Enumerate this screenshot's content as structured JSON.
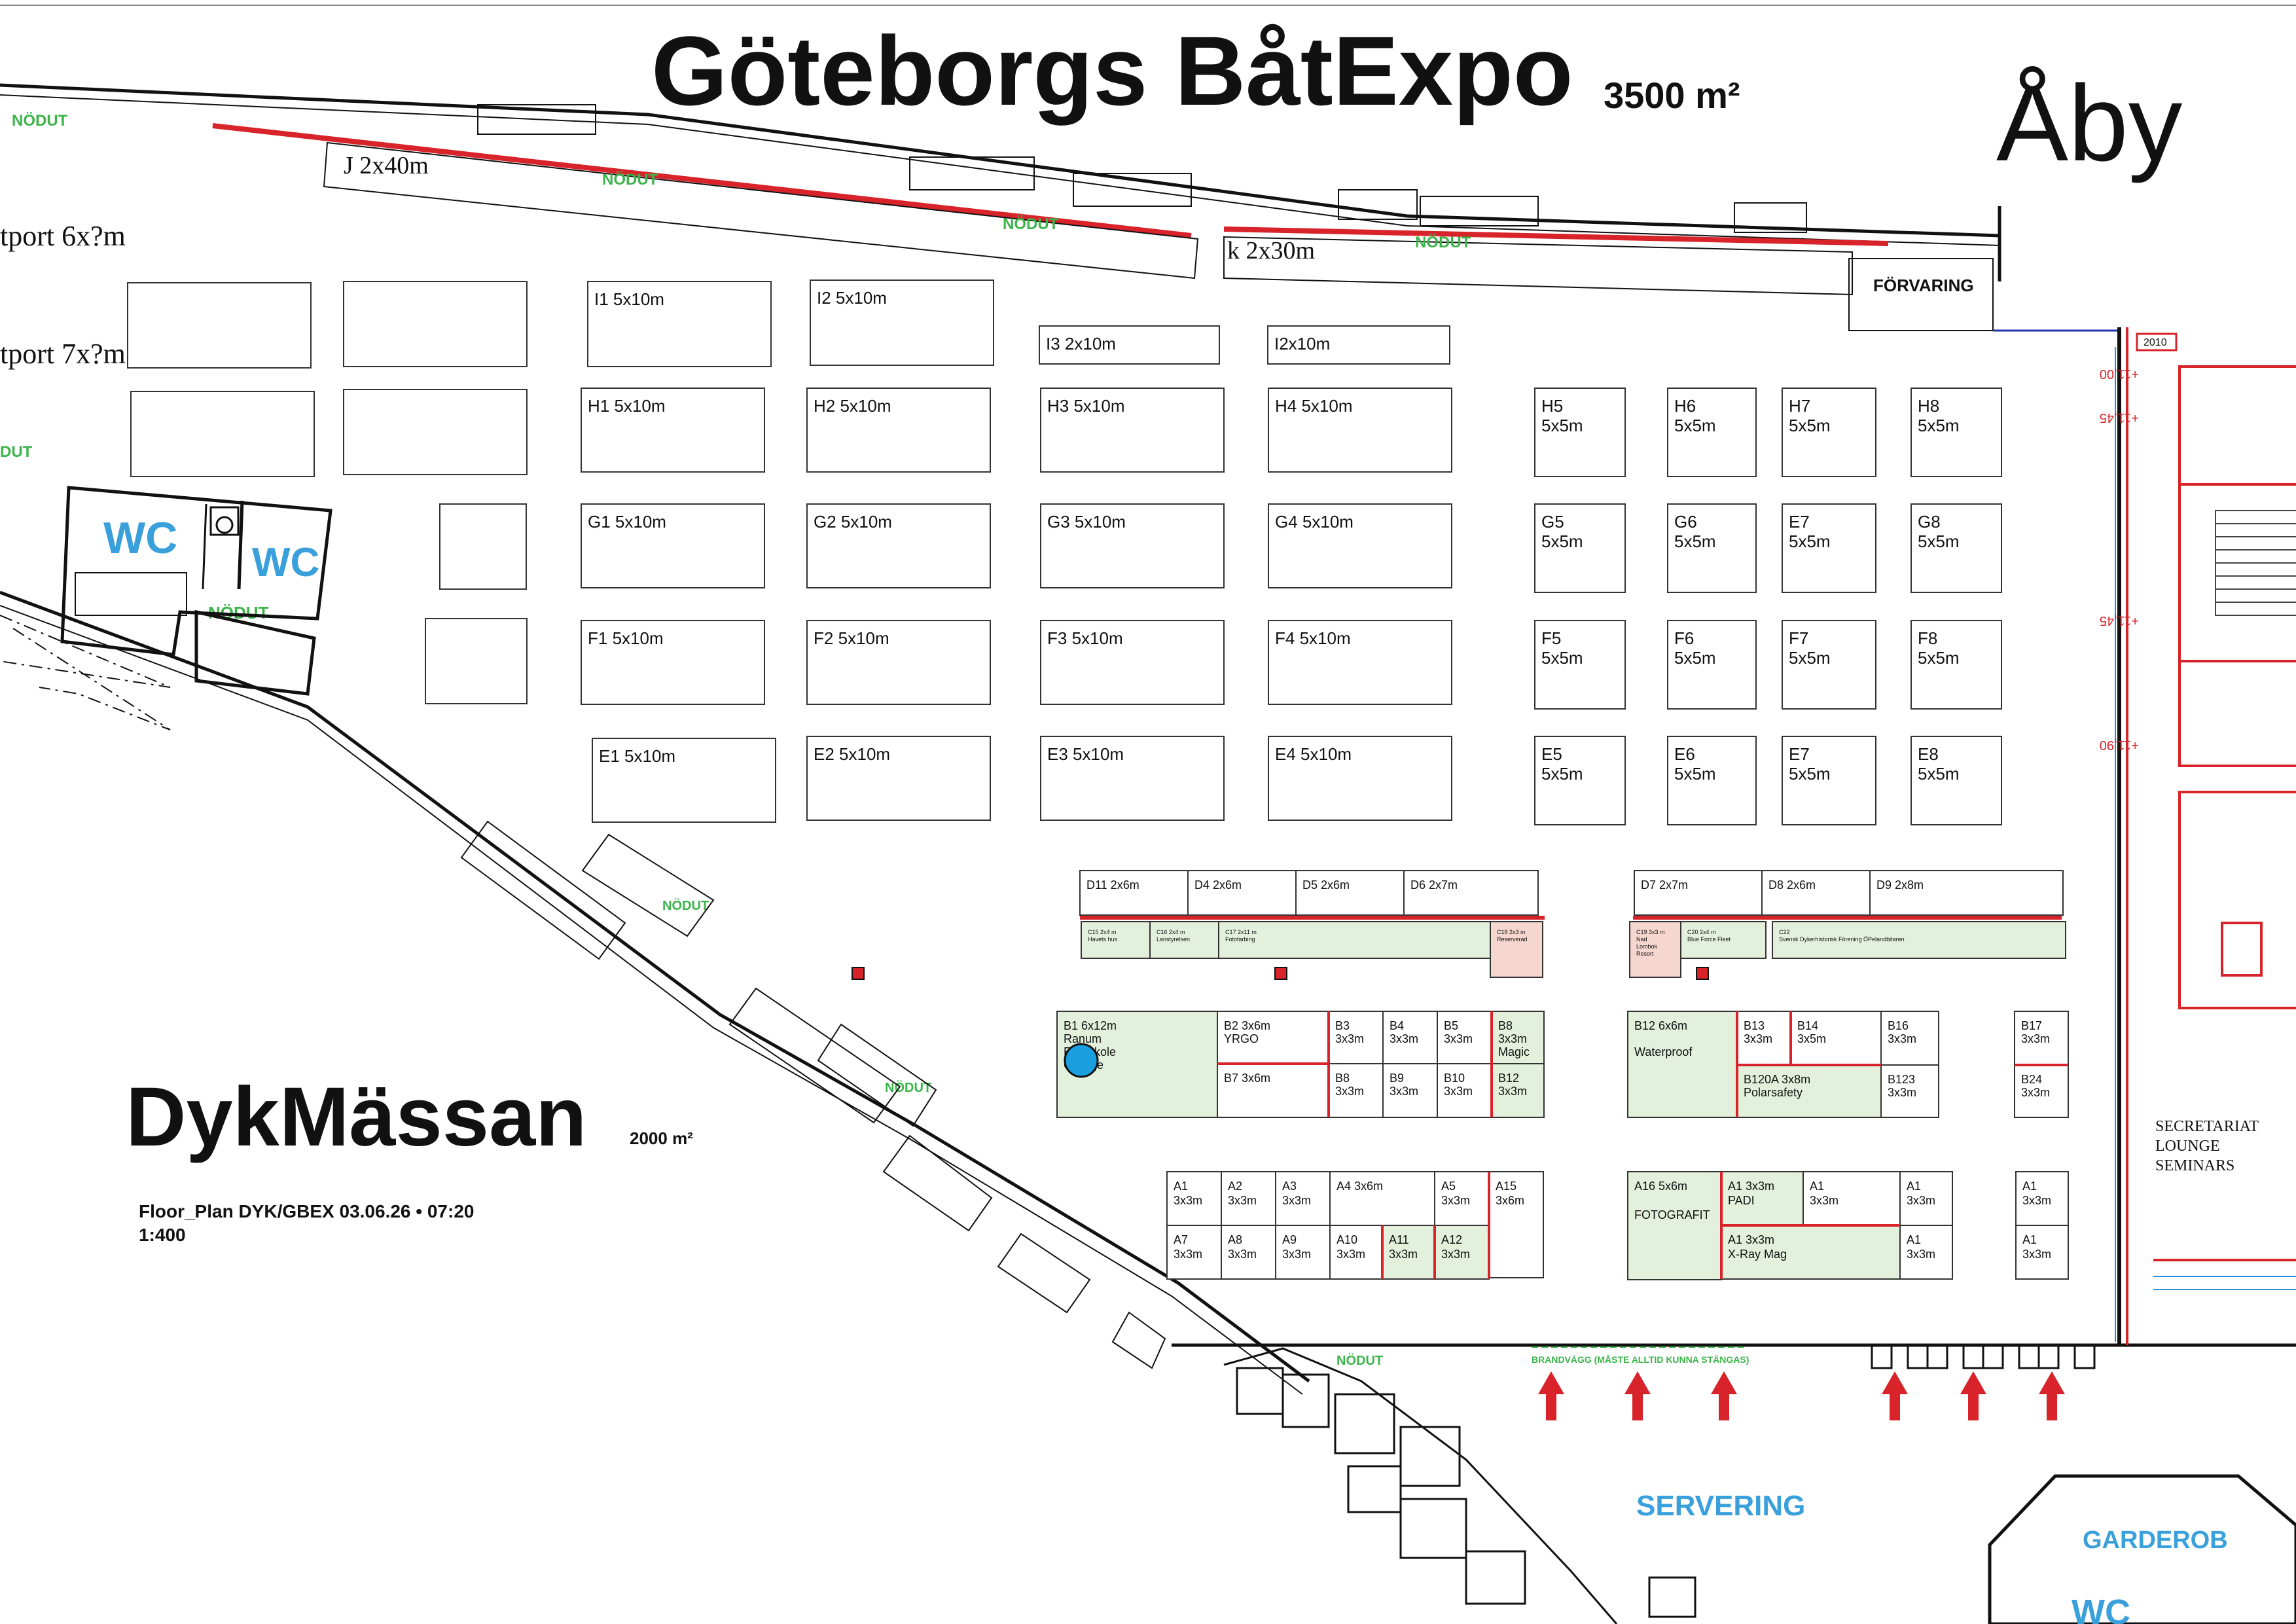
{
  "header": {
    "title": "Göteborgs BåtExpo",
    "title_area": "3500 m²",
    "venue": "Åby"
  },
  "dyk": {
    "title": "DykMässan",
    "area": "2000 m²",
    "floorplan_line1": "Floor_Plan DYK/GBEX 03.06.26 •  07:20",
    "floorplan_line2": "1:400"
  },
  "labels": {
    "nodut": "NÖDUT",
    "nodut_cut": "DUT",
    "wc": "WC",
    "j_booth": "J 2x40m",
    "k_booth": "k 2x30m",
    "tport6": "tport 6x?m",
    "tport7": "tport 7x?m",
    "forvaring": "FÖRVARING",
    "secretariat1": "SECRETARIAT",
    "secretariat2": "LOUNGE",
    "secretariat3": "SEMINARS",
    "servering": "SERVERING",
    "garderob": "GARDEROB",
    "brandvagg": "BRANDVÄGG (MÅSTE ALLTID KUNNA STÄNGAS)",
    "year": "2010",
    "elev1": "+11,00",
    "elev2": "+11,45",
    "elev3": "+11,45",
    "elev4": "+11,90"
  },
  "halls": [
    {
      "id": "I1",
      "lines": [
        "I1 5x10m"
      ]
    },
    {
      "id": "I2",
      "lines": [
        "I2 5x10m"
      ]
    },
    {
      "id": "I3",
      "lines": [
        "I3 2x10m"
      ]
    },
    {
      "id": "I4",
      "lines": [
        "I2x10m"
      ]
    },
    {
      "id": "H1",
      "lines": [
        "H1 5x10m"
      ]
    },
    {
      "id": "H2",
      "lines": [
        "H2 5x10m"
      ]
    },
    {
      "id": "H3",
      "lines": [
        "H3 5x10m"
      ]
    },
    {
      "id": "H4",
      "lines": [
        "H4 5x10m"
      ]
    },
    {
      "id": "H5",
      "lines": [
        "H5",
        "5x5m"
      ]
    },
    {
      "id": "H6",
      "lines": [
        "H6",
        "5x5m"
      ]
    },
    {
      "id": "H7",
      "lines": [
        "H7",
        "5x5m"
      ]
    },
    {
      "id": "H8",
      "lines": [
        "H8",
        "5x5m"
      ]
    },
    {
      "id": "G1",
      "lines": [
        "G1 5x10m"
      ]
    },
    {
      "id": "G2",
      "lines": [
        "G2 5x10m"
      ]
    },
    {
      "id": "G3",
      "lines": [
        "G3 5x10m"
      ]
    },
    {
      "id": "G4",
      "lines": [
        "G4 5x10m"
      ]
    },
    {
      "id": "G5",
      "lines": [
        "G5",
        "5x5m"
      ]
    },
    {
      "id": "G6",
      "lines": [
        "G6",
        "5x5m"
      ]
    },
    {
      "id": "G7",
      "lines": [
        "E7",
        "5x5m"
      ]
    },
    {
      "id": "G8",
      "lines": [
        "G8",
        "5x5m"
      ]
    },
    {
      "id": "F1",
      "lines": [
        "F1 5x10m"
      ]
    },
    {
      "id": "F2",
      "lines": [
        "F2 5x10m"
      ]
    },
    {
      "id": "F3",
      "lines": [
        "F3 5x10m"
      ]
    },
    {
      "id": "F4",
      "lines": [
        "F4 5x10m"
      ]
    },
    {
      "id": "F5",
      "lines": [
        "F5",
        "5x5m"
      ]
    },
    {
      "id": "F6",
      "lines": [
        "F6",
        "5x5m"
      ]
    },
    {
      "id": "F7",
      "lines": [
        "F7",
        "5x5m"
      ]
    },
    {
      "id": "F8",
      "lines": [
        "F8",
        "5x5m"
      ]
    },
    {
      "id": "E1",
      "lines": [
        "E1 5x10m"
      ]
    },
    {
      "id": "E2",
      "lines": [
        "E2 5x10m"
      ]
    },
    {
      "id": "E3",
      "lines": [
        "E3 5x10m"
      ]
    },
    {
      "id": "E4",
      "lines": [
        "E4 5x10m"
      ]
    },
    {
      "id": "E5",
      "lines": [
        "E5",
        "5x5m"
      ]
    },
    {
      "id": "E6",
      "lines": [
        "E6",
        "5x5m"
      ]
    },
    {
      "id": "E7",
      "lines": [
        "E7",
        "5x5m"
      ]
    },
    {
      "id": "E8",
      "lines": [
        "E8",
        "5x5m"
      ]
    }
  ],
  "dbooths": [
    {
      "id": "D11",
      "lines": [
        "D11 2x6m"
      ]
    },
    {
      "id": "D4",
      "lines": [
        "D4  2x6m"
      ]
    },
    {
      "id": "D5",
      "lines": [
        "D5  2x6m"
      ]
    },
    {
      "id": "D6",
      "lines": [
        "D6  2x7m"
      ]
    },
    {
      "id": "D7",
      "lines": [
        "D7  2x7m"
      ]
    },
    {
      "id": "D8",
      "lines": [
        "D8  2x6m"
      ]
    },
    {
      "id": "D9",
      "lines": [
        "D9  2x8m"
      ]
    }
  ],
  "cbooths": [
    {
      "id": "C15",
      "lines": [
        "C15 2x4 m",
        "Havets hus"
      ]
    },
    {
      "id": "C16",
      "lines": [
        "C16 2x4 m",
        "Lanstyrelsen"
      ]
    },
    {
      "id": "C17",
      "lines": [
        "C17 2x11 m",
        "Fotofarbing"
      ]
    },
    {
      "id": "C18",
      "lines": [
        "C18 2x3 m",
        "Reserverad"
      ]
    },
    {
      "id": "C19",
      "lines": [
        "C19 3x3 m",
        "Nad",
        "Lombok",
        "Resort"
      ]
    },
    {
      "id": "C20",
      "lines": [
        "C20 2x4 m",
        "Blue Force Fleet"
      ]
    },
    {
      "id": "C22",
      "lines": [
        "C22",
        "Svensk Dykerhistorisk Förening  ÖPelandbitaren"
      ]
    }
  ],
  "bbooths": [
    {
      "id": "B1",
      "lines": [
        "B1 6x12m",
        "Ranum",
        "Efterskole",
        "College"
      ]
    },
    {
      "id": "B2",
      "lines": [
        "B2 3x6m",
        "YRGO"
      ]
    },
    {
      "id": "B7",
      "lines": [
        "B7 3x6m"
      ]
    },
    {
      "id": "B3",
      "lines": [
        "B3",
        "3x3m"
      ]
    },
    {
      "id": "B4",
      "lines": [
        "B4",
        "3x3m"
      ]
    },
    {
      "id": "B5",
      "lines": [
        "B5",
        "3x3m"
      ]
    },
    {
      "id": "B6",
      "lines": [
        "B8",
        "3x3m",
        "Magic"
      ]
    },
    {
      "id": "B8",
      "lines": [
        "B8",
        "3x3m"
      ]
    },
    {
      "id": "B9",
      "lines": [
        "B9",
        "3x3m"
      ]
    },
    {
      "id": "B10",
      "lines": [
        "B10",
        "3x3m"
      ]
    },
    {
      "id": "B12",
      "lines": [
        "B12",
        "3x3m"
      ]
    },
    {
      "id": "B12b",
      "lines": [
        "B12 6x6m",
        "",
        "Waterproof"
      ]
    },
    {
      "id": "B13",
      "lines": [
        "B13",
        "3x3m"
      ]
    },
    {
      "id": "B14",
      "lines": [
        "B14",
        "3x5m"
      ]
    },
    {
      "id": "B120A",
      "lines": [
        "B120A 3x8m",
        "Polarsafety"
      ]
    },
    {
      "id": "B16",
      "lines": [
        "B16",
        "3x3m"
      ]
    },
    {
      "id": "B123",
      "lines": [
        "B123",
        "3x3m"
      ]
    },
    {
      "id": "B17",
      "lines": [
        "B17",
        "3x3m"
      ]
    },
    {
      "id": "B24",
      "lines": [
        "B24",
        "3x3m"
      ]
    }
  ],
  "abooths": [
    {
      "id": "A1",
      "lines": [
        "A1",
        "3x3m"
      ]
    },
    {
      "id": "A2",
      "lines": [
        "A2",
        "3x3m"
      ]
    },
    {
      "id": "A3",
      "lines": [
        "A3",
        "3x3m"
      ]
    },
    {
      "id": "A4",
      "lines": [
        "A4 3x6m"
      ]
    },
    {
      "id": "A5",
      "lines": [
        "A5",
        "3x3m"
      ]
    },
    {
      "id": "A15",
      "lines": [
        "A15",
        "3x6m"
      ]
    },
    {
      "id": "A7",
      "lines": [
        "A7",
        "3x3m"
      ]
    },
    {
      "id": "A8",
      "lines": [
        "A8",
        "3x3m"
      ]
    },
    {
      "id": "A9",
      "lines": [
        "A9",
        "3x3m"
      ]
    },
    {
      "id": "A10",
      "lines": [
        "A10",
        "3x3m"
      ]
    },
    {
      "id": "A11",
      "lines": [
        "A11",
        "3x3m"
      ]
    },
    {
      "id": "A12",
      "lines": [
        "A12",
        "3x3m"
      ]
    },
    {
      "id": "A16",
      "lines": [
        "A16 5x6m",
        "",
        "FOTOGRAFIT"
      ]
    },
    {
      "id": "A1P",
      "lines": [
        "A1 3x3m",
        "PADI"
      ]
    },
    {
      "id": "A1b",
      "lines": [
        "A1",
        "3x3m"
      ]
    },
    {
      "id": "A1c",
      "lines": [
        "A1",
        "3x3m"
      ]
    },
    {
      "id": "A1X",
      "lines": [
        "A1 3x3m",
        "X-Ray Mag"
      ]
    },
    {
      "id": "A1d",
      "lines": [
        "A1",
        "3x3m"
      ]
    },
    {
      "id": "A1e",
      "lines": [
        "A1",
        "3x3m"
      ]
    },
    {
      "id": "A1f",
      "lines": [
        "A1",
        "3x3m"
      ]
    }
  ]
}
